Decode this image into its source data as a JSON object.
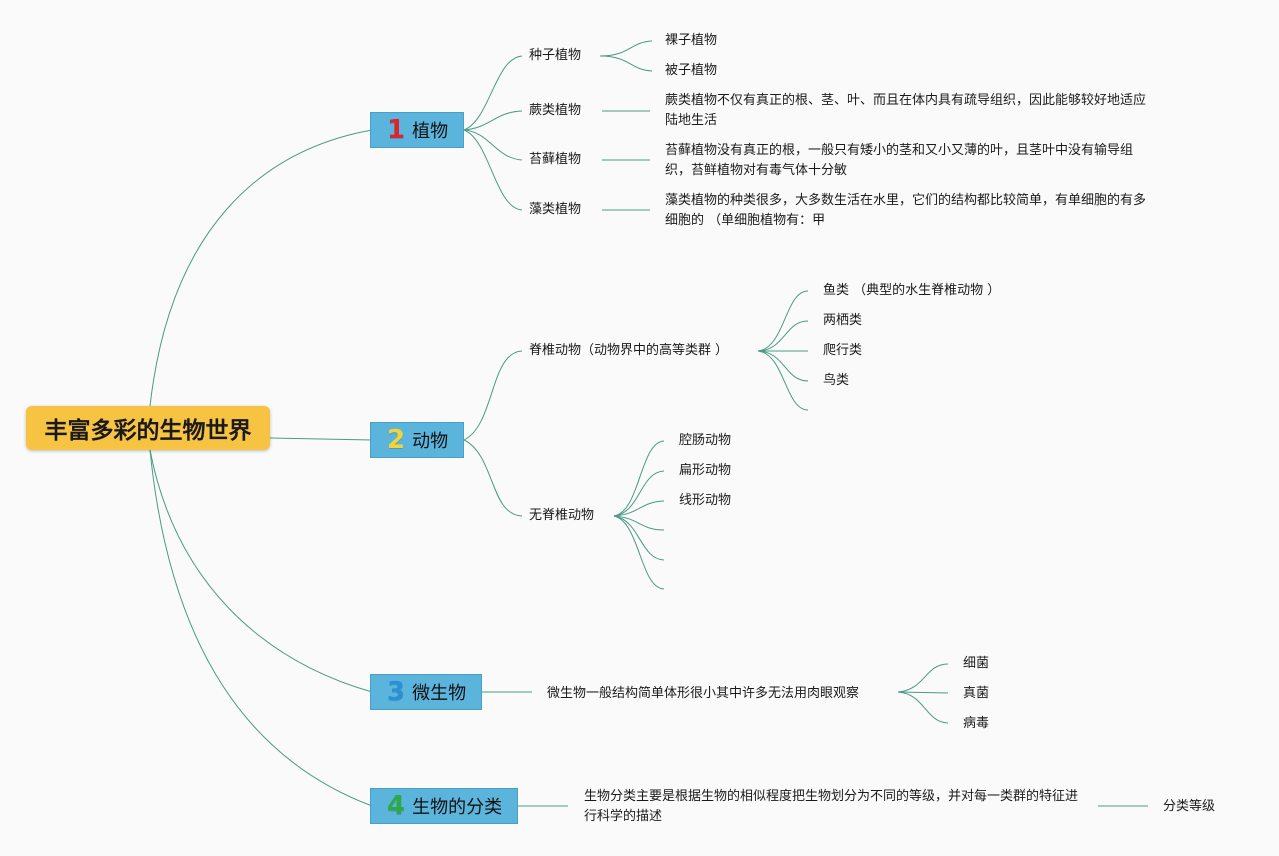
{
  "root": {
    "title": "丰富多彩的生物世界"
  },
  "branches": [
    {
      "number": "1",
      "number_color": "#d9262f",
      "label": "植物",
      "children": [
        {
          "label": "种子植物",
          "sub": [
            "裸子植物",
            "被子植物"
          ]
        },
        {
          "label": "蕨类植物",
          "desc": "蕨类植物不仅有真正的根、茎、叶、而且在体内具有疏导组织，因此能够较好地适应陆地生活"
        },
        {
          "label": "苔藓植物",
          "desc": "苔藓植物没有真正的根，一般只有矮小的茎和又小又薄的叶，且茎叶中没有输导组织，苔鲜植物对有毒气体十分敏"
        },
        {
          "label": "藻类植物",
          "desc": "藻类植物的种类很多，大多数生活在水里，它们的结构都比较简单，有单细胞的有多细胞的 （单细胞植物有：甲"
        }
      ]
    },
    {
      "number": "2",
      "number_color": "#f2d33a",
      "label": "动物",
      "children": [
        {
          "label": "脊椎动物（动物界中的高等类群 ）",
          "sub": [
            "鱼类 （典型的水生脊椎动物 ）",
            "两栖类",
            "爬行类",
            "鸟类",
            ""
          ]
        },
        {
          "label": "无脊椎动物",
          "sub": [
            "腔肠动物",
            "扁形动物",
            "线形动物",
            "",
            "",
            ""
          ]
        }
      ]
    },
    {
      "number": "3",
      "number_color": "#2a8fd6",
      "label": "微生物",
      "desc": "微生物一般结构简单体形很小其中许多无法用肉眼观察",
      "sub": [
        "细菌",
        "真菌",
        "病毒"
      ]
    },
    {
      "number": "4",
      "number_color": "#2fa84a",
      "label": "生物的分类",
      "desc": "生物分类主要是根据生物的相似程度把生物划分为不同的等级，并对每一类群的特征进行科学的描述",
      "sub": [
        "分类等级"
      ]
    }
  ],
  "colors": {
    "line": "#4a9a86",
    "branch_fill": "#5ab4dc",
    "root_fill": "#f6c343"
  }
}
